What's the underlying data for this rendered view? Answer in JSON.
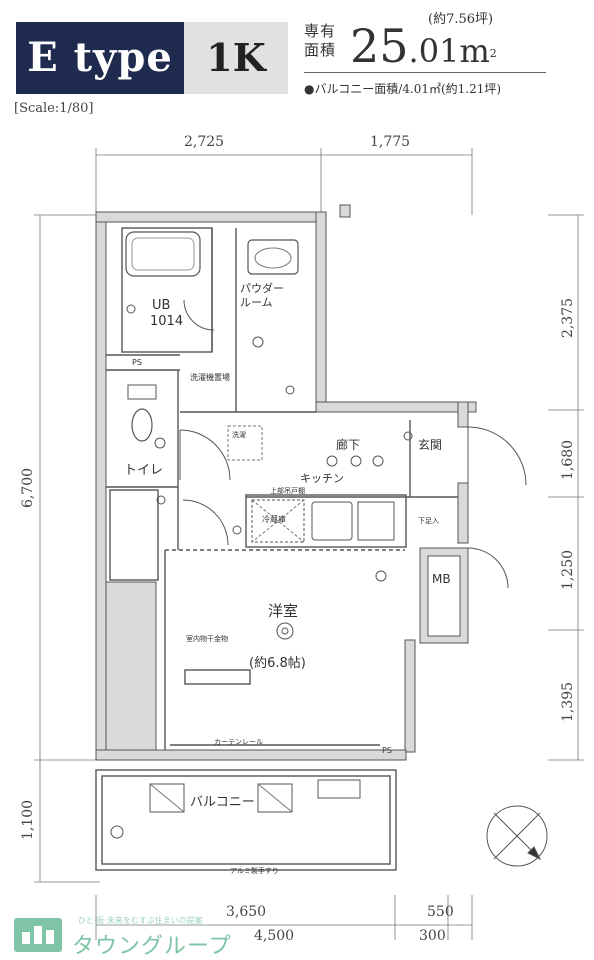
{
  "header": {
    "type_label": "E type",
    "kind_label": "1K",
    "scale_label": "[Scale:1/80]",
    "area_label": "専有面積",
    "area_value_int": "25",
    "area_value_dec": ".01",
    "area_unit": "m",
    "area_unit_sup": "2",
    "tsubo": "(約7.56坪)",
    "balcony_area": "●バルコニー面積/4.01㎡(約1.21坪)"
  },
  "dimensions": {
    "top_left": "2,725",
    "top_right": "1,775",
    "bottom_1": "3,650",
    "bottom_2": "550",
    "bottom_3": "300",
    "bottom_4": "4,500",
    "left_1": "6,700",
    "left_2": "1,100",
    "right_1": "2,375",
    "right_2": "1,680",
    "right_3": "1,250",
    "right_4": "1,395"
  },
  "rooms": {
    "ub": "UB",
    "ub_size": "1014",
    "powder": "パウダー\nルーム",
    "toilet": "トイレ",
    "corridor": "廊下",
    "entrance": "玄関",
    "kitchen": "キッチン",
    "western": "洋室",
    "western_size": "(約6.8帖)",
    "mb": "MB",
    "balcony": "バルコニー",
    "ps_top": "PS",
    "ps_bottom": "PS",
    "curtain_rail": "カーテンレール",
    "indoor_dryer": "室内物干金物",
    "top_cabinet": "上部吊戸棚",
    "fridge": "冷蔵庫",
    "laundry": "洗濯機置場",
    "wash": "洗濯",
    "hand_rail": "アルミ製手すり",
    "shoes": "下足入"
  },
  "logo": {
    "name": "タウングループ",
    "tagline": "ひと·街·未来をむすぶ住まいの提案",
    "brand_color": "#7fc4a6"
  },
  "colors": {
    "type_bg": "#1f2a4f",
    "kind_bg": "#e1e1e1",
    "wall": "#d9d9d9",
    "line": "#555555"
  }
}
